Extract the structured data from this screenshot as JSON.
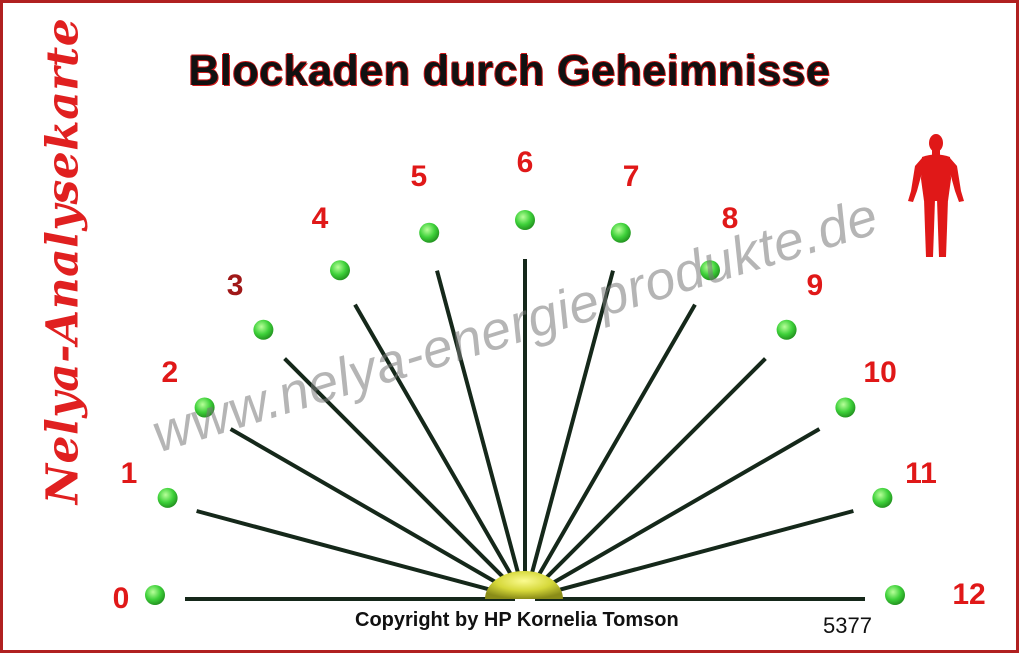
{
  "title": "Blockaden durch Geheimnisse",
  "sidebar_title": "Nelya-Analysekarte",
  "watermark": "www.nelya-energieprodukte.de",
  "copyright": "Copyright by HP Kornelia Tomson",
  "card_code": "5377",
  "scale": {
    "labels": [
      "0",
      "1",
      "2",
      "3",
      "4",
      "5",
      "6",
      "7",
      "8",
      "9",
      "10",
      "11",
      "12"
    ],
    "count": 13
  },
  "colors": {
    "border": "#b02020",
    "label_red": "#e01818",
    "dot_green": "#3ed13a",
    "line_dark": "#15281a",
    "hub_yellow": "#d6d83a",
    "figure_red": "#e01818"
  },
  "icons": {
    "figure": "human-figure-icon"
  }
}
